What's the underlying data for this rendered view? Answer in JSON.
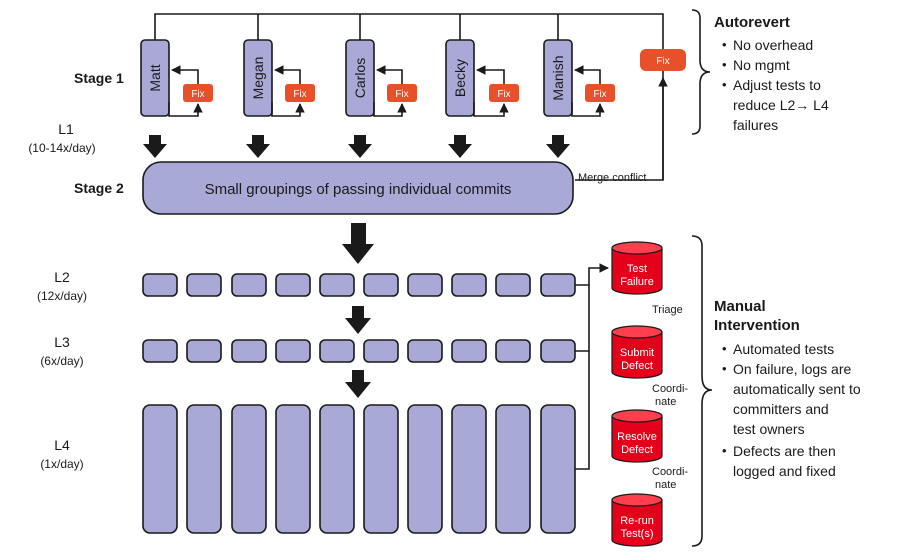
{
  "stage1": {
    "label": "Stage 1"
  },
  "stage2": {
    "label": "Stage 2",
    "box_text": "Small groupings of passing individual commits"
  },
  "levels": {
    "l1": {
      "name": "L1",
      "rate": "(10-14x/day)"
    },
    "l2": {
      "name": "L2",
      "rate": "(12x/day)"
    },
    "l3": {
      "name": "L3",
      "rate": "(6x/day)"
    },
    "l4": {
      "name": "L4",
      "rate": "(1x/day)"
    }
  },
  "developers": [
    "Matt",
    "Megan",
    "Carlos",
    "Becky",
    "Manish"
  ],
  "fix_label": "Fix",
  "merge_conflict": "Merge conflict",
  "autorevert": {
    "title": "Autorevert",
    "bullets": [
      "No overhead",
      "No mgmt",
      "Adjust tests to",
      "reduce L2→ L4",
      "failures"
    ]
  },
  "manual": {
    "title_line1": "Manual",
    "title_line2": "Intervention",
    "lines": [
      "Automated tests",
      "On failure, logs are",
      "automatically sent to",
      "committers and",
      "test owners",
      "Defects are then",
      "logged and fixed"
    ]
  },
  "cylinders": [
    {
      "line1": "Test",
      "line2": "Failure"
    },
    {
      "line1": "Submit",
      "line2": "Defect"
    },
    {
      "line1": "Resolve",
      "line2": "Defect"
    },
    {
      "line1": "Re-run",
      "line2": "Test(s)"
    }
  ],
  "side_labels": {
    "triage": "Triage",
    "coord1a": "Coordi-",
    "coord1b": "nate",
    "coord2a": "Coordi-",
    "coord2b": "nate"
  },
  "bullet_char": "•",
  "colors": {
    "box": "#a8a9d6",
    "fix": "#e8502a",
    "cylinder": "#e4001b"
  }
}
